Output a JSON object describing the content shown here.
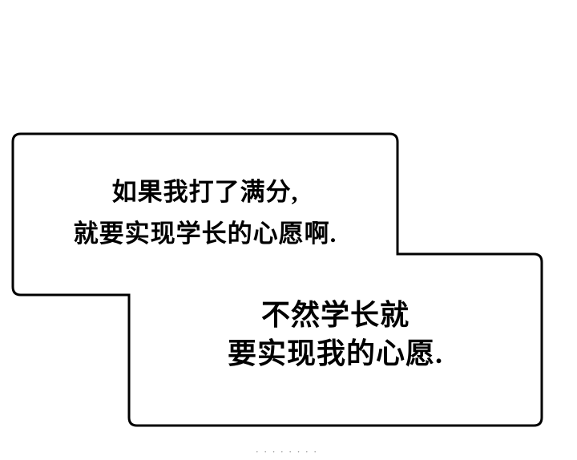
{
  "panel": {
    "background_color": "#ffffff",
    "outline_color": "#000000",
    "text_color": "#000000"
  },
  "bubbles": [
    {
      "position": "top-left",
      "lines": [
        "如果我打了满分,",
        "就要实现学长的心愿啊."
      ]
    },
    {
      "position": "bottom-right",
      "lines": [
        "不然学长就",
        "要实现我的心愿."
      ]
    }
  ],
  "watermark": {
    "text": "········",
    "color": "#9a9a9a"
  }
}
